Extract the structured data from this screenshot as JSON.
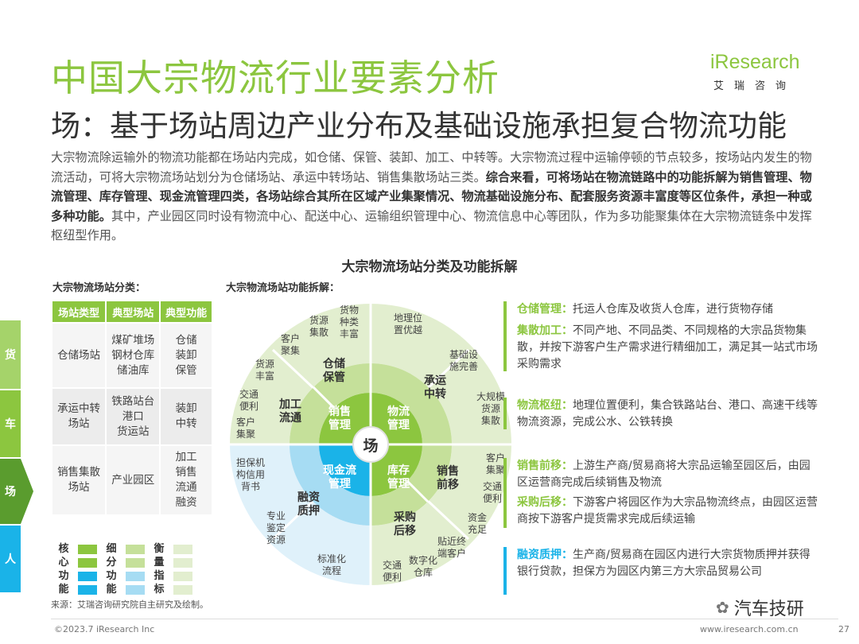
{
  "header": {
    "title": "中国大宗物流行业要素分析",
    "subtitle": "场：基于场站周边产业分布及基础设施承担复合物流功能",
    "logo_brand": "iResearch",
    "logo_sub": "艾瑞咨询"
  },
  "intro": {
    "plain1": "大宗物流除运输外的物流功能都在场站内完成，如仓储、保管、装卸、加工、中转等。大宗物流过程中运输停顿的节点较多，按场站内发生的物流活动，可将大宗物流场站划分为仓储场站、承运中转场站、销售集散场站三类。",
    "bold": "综合来看，可将场站在物流链路中的功能拆解为销售管理、物流管理、库存管理、现金流管理四类，各场站综合其所在区域产业集聚情况、物流基础设施分布、配套服务资源丰富度等区位条件，承担一种或多种功能。",
    "plain2": "其中，产业园区同时设有物流中心、配送中心、运输组织管理中心、物流信息中心等团队，作为多功能聚集体在大宗物流链条中发挥枢纽型作用。"
  },
  "side_nav": [
    "货",
    "车",
    "场",
    "人"
  ],
  "diagram_title": "大宗物流场站分类及功能拆解",
  "classification": {
    "heading": "大宗物流场站分类：",
    "headers": [
      "场站类型",
      "典型场站",
      "典型功能"
    ],
    "rows": [
      {
        "type": "仓储场站",
        "sites": [
          "煤矿堆场",
          "钢材仓库",
          "储油库"
        ],
        "funcs": [
          "仓储",
          "装卸",
          "保管"
        ]
      },
      {
        "type": "承运中转场站",
        "type_lines": [
          "承运中转",
          "场站"
        ],
        "sites": [
          "铁路站台",
          "港口",
          "货运站"
        ],
        "funcs": [
          "装卸",
          "中转"
        ]
      },
      {
        "type": "销售集散场站",
        "type_lines": [
          "销售集散",
          "场站"
        ],
        "sites": [
          "产业园区"
        ],
        "funcs": [
          "加工",
          "销售",
          "流通",
          "融资"
        ]
      }
    ]
  },
  "legend": {
    "col1": [
      "核",
      "心",
      "功",
      "能"
    ],
    "col2": [
      "细",
      "分",
      "功",
      "能"
    ],
    "col3": [
      "衡",
      "量",
      "指",
      "标"
    ],
    "colors": [
      "#8cc63f",
      "#c5e09a",
      "#1ab3e8",
      "#a6dcf3",
      "#e2eecf"
    ]
  },
  "breakdown_heading": "大宗物流场站功能拆解：",
  "wheel": {
    "center": "场",
    "core": [
      {
        "name": "sales",
        "lines": [
          "销售",
          "管理"
        ]
      },
      {
        "name": "logistics",
        "lines": [
          "物流",
          "管理"
        ]
      },
      {
        "name": "inventory",
        "lines": [
          "库存",
          "管理"
        ]
      },
      {
        "name": "cashflow",
        "lines": [
          "现金流",
          "管理"
        ]
      }
    ],
    "sub": [
      {
        "lines": [
          "仓储",
          "保管"
        ]
      },
      {
        "lines": [
          "加工",
          "流通"
        ]
      },
      {
        "lines": [
          "承运",
          "中转"
        ]
      },
      {
        "lines": [
          "销售",
          "前移"
        ]
      },
      {
        "lines": [
          "采购",
          "后移"
        ]
      },
      {
        "lines": [
          "融资",
          "质押"
        ]
      }
    ],
    "metrics": [
      {
        "lines": [
          "货物",
          "种类",
          "丰富"
        ]
      },
      {
        "lines": [
          "货源",
          "集散"
        ]
      },
      {
        "lines": [
          "客户",
          "聚集"
        ]
      },
      {
        "lines": [
          "货源",
          "丰富"
        ]
      },
      {
        "lines": [
          "交通",
          "便利"
        ]
      },
      {
        "lines": [
          "客户",
          "集聚"
        ]
      },
      {
        "lines": [
          "地理位",
          "置优越"
        ]
      },
      {
        "lines": [
          "基础设",
          "施完善"
        ]
      },
      {
        "lines": [
          "大规模",
          "货源",
          "集散"
        ]
      },
      {
        "lines": [
          "客户",
          "集聚"
        ]
      },
      {
        "lines": [
          "交通",
          "便利"
        ]
      },
      {
        "lines": [
          "资金",
          "充足"
        ]
      },
      {
        "lines": [
          "贴近终",
          "端客户"
        ]
      },
      {
        "lines": [
          "数字化",
          "仓库"
        ]
      },
      {
        "lines": [
          "交通",
          "便利"
        ]
      },
      {
        "lines": [
          "标准化",
          "流程"
        ]
      },
      {
        "lines": [
          "专业",
          "鉴定",
          "资源"
        ]
      },
      {
        "lines": [
          "担保机",
          "构信用",
          "背书"
        ]
      }
    ]
  },
  "descriptions": [
    {
      "key": "仓储管理：",
      "text": "托运人仓库及收货人仓库，进行货物存储",
      "color": "green"
    },
    {
      "key": "集散加工：",
      "text": "不同产地、不同品类、不同规格的大宗品货物集散，并按下游客户生产需求进行精细加工，满足其一站式市场采购需求",
      "color": "green"
    },
    {
      "key": "物流枢纽：",
      "text": "地理位置便利，集合铁路站台、港口、高速干线等物流资源，完成公水、公铁转换",
      "color": "green"
    },
    {
      "key": "销售前移：",
      "text": "上游生产商/贸易商将大宗品运输至园区后，由园区运营商完成后续销售及物流",
      "color": "green"
    },
    {
      "key": "采购后移：",
      "text": "下游客户将园区作为大宗品物流终点，由园区运营商按下游客户提货需求完成后续运输",
      "color": "green"
    },
    {
      "key": "融资质押：",
      "text": "生产商/贸易商在园区内进行大宗货物质押并获得银行贷款，担保方为园区内第三方大宗品贸易公司",
      "color": "blue"
    }
  ],
  "footer": {
    "source": "来源：艾瑞咨询研究院自主研究及绘制。",
    "copyright": "©2023.7 iResearch Inc",
    "website": "www.iresearch.com.cn",
    "page": "27",
    "watermark": "汽车技研"
  }
}
